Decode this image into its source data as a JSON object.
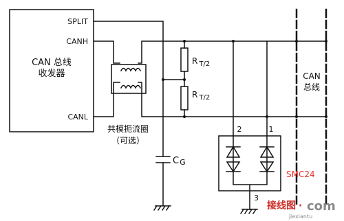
{
  "transceiver": {
    "title_line1": "CAN 总线",
    "title_line2": "收发器",
    "pins": {
      "split": "SPLIT",
      "canh": "CANH",
      "canl": "CANL"
    }
  },
  "choke": {
    "label_line1": "共模扼流圈",
    "label_line2": "（可选）"
  },
  "resistors": {
    "r_top_main": "R",
    "r_top_sub": "T/2",
    "r_bot_main": "R",
    "r_bot_sub": "T/2"
  },
  "capacitor": {
    "main": "C",
    "sub": "G"
  },
  "protection": {
    "name": "SMC24",
    "pin1": "1",
    "pin2": "2",
    "pin3": "3"
  },
  "bus": {
    "label_line1": "CAN",
    "label_line2": "总线"
  },
  "watermark": {
    "cn": "接线图",
    "dot": "·",
    "com": "com",
    "site": "jiexiantu"
  },
  "colors": {
    "line": "#111111",
    "smc_label": "#e8322b",
    "watermark_red": "#cc2f2a",
    "watermark_gray": "#8a8a8a"
  }
}
